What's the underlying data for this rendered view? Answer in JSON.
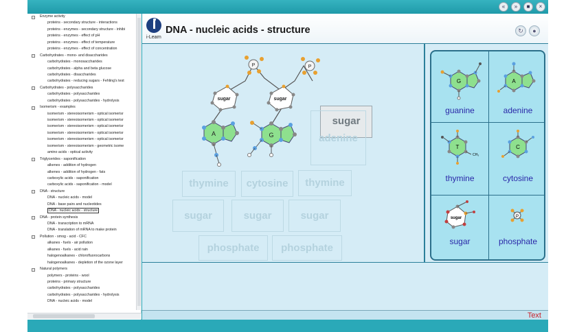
{
  "window": {
    "buttons": [
      "«",
      "»",
      "■",
      "×"
    ]
  },
  "sidebar": {
    "items": [
      {
        "type": "leaf",
        "label": "Enzyme activity",
        "top": true
      },
      {
        "type": "leaf",
        "label": "proteins - secondary structure - interactions"
      },
      {
        "type": "leaf",
        "label": "proteins - enzymes - secondary structure - inhibi"
      },
      {
        "type": "leaf",
        "label": "proteins - enzymes - effect of pH"
      },
      {
        "type": "leaf",
        "label": "proteins - enzymes - effect of temperature"
      },
      {
        "type": "leaf",
        "label": "proteins - enzymes - effect of concentration"
      },
      {
        "type": "cat",
        "label": "Carbohydrates - mono- and disaccharides"
      },
      {
        "type": "leaf",
        "label": "carbohydrates - monosaccharides"
      },
      {
        "type": "leaf",
        "label": "carbohydrates - alpha and beta glucose"
      },
      {
        "type": "leaf",
        "label": "carbohydrates - disaccharides"
      },
      {
        "type": "leaf",
        "label": "carbohydrates - reducing sugars - Fehling's test"
      },
      {
        "type": "cat",
        "label": "Carbohydrates - polysaccharides"
      },
      {
        "type": "leaf",
        "label": "carbohydrates - polysaccharides"
      },
      {
        "type": "leaf",
        "label": "carbohydrates - polysaccharides - hydrolysis"
      },
      {
        "type": "cat",
        "label": "Isomerism - examples"
      },
      {
        "type": "leaf",
        "label": "isomerism - stereoisomerism - optical isomerisr"
      },
      {
        "type": "leaf",
        "label": "isomerism - stereoisomerism - optical isomerisr"
      },
      {
        "type": "leaf",
        "label": "isomerism - stereoisomerism - optical isomerisr"
      },
      {
        "type": "leaf",
        "label": "isomerism - stereoisomerism - optical isomerisr"
      },
      {
        "type": "leaf",
        "label": "isomerism - stereoisomerism - optical isomerisr"
      },
      {
        "type": "leaf",
        "label": "isomerism - stereoisomerism - geometric isome"
      },
      {
        "type": "leaf",
        "label": "amino acids - optical activity"
      },
      {
        "type": "cat",
        "label": "Triglycerides - saponification"
      },
      {
        "type": "leaf",
        "label": "alkenes - addition of hydrogen"
      },
      {
        "type": "leaf",
        "label": "alkenes - addition of hydrogen - fats"
      },
      {
        "type": "leaf",
        "label": "carboxylic acids - saponification"
      },
      {
        "type": "leaf",
        "label": "carboxylic acids - saponification - model"
      },
      {
        "type": "cat",
        "label": "DNA - structure"
      },
      {
        "type": "leaf",
        "label": "DNA - nucleic acids - model"
      },
      {
        "type": "leaf",
        "label": "DNA - base pairs and nucleotides"
      },
      {
        "type": "leaf",
        "label": "DNA - nucleic acids - structure",
        "selected": true
      },
      {
        "type": "cat",
        "label": "DNA - protein synthesis"
      },
      {
        "type": "leaf",
        "label": "DNA - transcription to mRNA"
      },
      {
        "type": "leaf",
        "label": "DNA - translation of mRNA to make protein"
      },
      {
        "type": "cat",
        "label": "Pollution - smog - acid - CFC"
      },
      {
        "type": "leaf",
        "label": "alkanes - fuels - air pollution"
      },
      {
        "type": "leaf",
        "label": "alkanes - fuels - acid rain"
      },
      {
        "type": "leaf",
        "label": "halogenoalkanes - chlorofluorocarbons"
      },
      {
        "type": "leaf",
        "label": "halogenoalkanes - depletion of the ozone layer"
      },
      {
        "type": "cat",
        "label": "Natural polymers"
      },
      {
        "type": "leaf",
        "label": "polymers - proteins - wool"
      },
      {
        "type": "leaf",
        "label": "proteins - primary structure"
      },
      {
        "type": "leaf",
        "label": "carbohydrates - polysaccharides"
      },
      {
        "type": "leaf",
        "label": "carbohydrates - polysaccharides - hydrolysis"
      },
      {
        "type": "leaf",
        "label": "DNA - nucleic acids - model"
      }
    ]
  },
  "header": {
    "logo_text": "i-Learn",
    "title": "DNA - nucleic acids - structure",
    "reset_icon": "↻",
    "close_icon": "●"
  },
  "workspace": {
    "drag_sugar": "sugar",
    "model_sugar_1": "sugar",
    "model_sugar_2": "sugar",
    "model_base_1": "A",
    "model_base_2": "G",
    "model_phosphate_1": "P",
    "model_phosphate_2": "P",
    "ghosts": {
      "adenine": "adenine",
      "thymine_1": "thymine",
      "cytosine": "cytosine",
      "thymine_2": "thymine",
      "sugar_1": "sugar",
      "sugar_2": "sugar",
      "sugar_3": "sugar",
      "phosphate_1": "phosphate",
      "phosphate_2": "phosphate"
    }
  },
  "palette": {
    "guanine": {
      "label": "guanine",
      "letter": "G"
    },
    "adenine": {
      "label": "adenine",
      "letter": "A"
    },
    "thymine": {
      "label": "thymine",
      "letter": "T",
      "methyl": "CH₃"
    },
    "cytosine": {
      "label": "cytosine",
      "letter": "C"
    },
    "sugar": {
      "label": "sugar",
      "letter": "sugar"
    },
    "phosphate": {
      "label": "phosphate",
      "letter": "P"
    }
  },
  "status": {
    "text": "Text"
  },
  "colors": {
    "accent": "#2aa9b8",
    "palette_bg": "#a8e2f0",
    "label_blue": "#2a28a8",
    "status_red": "#c8202a"
  }
}
